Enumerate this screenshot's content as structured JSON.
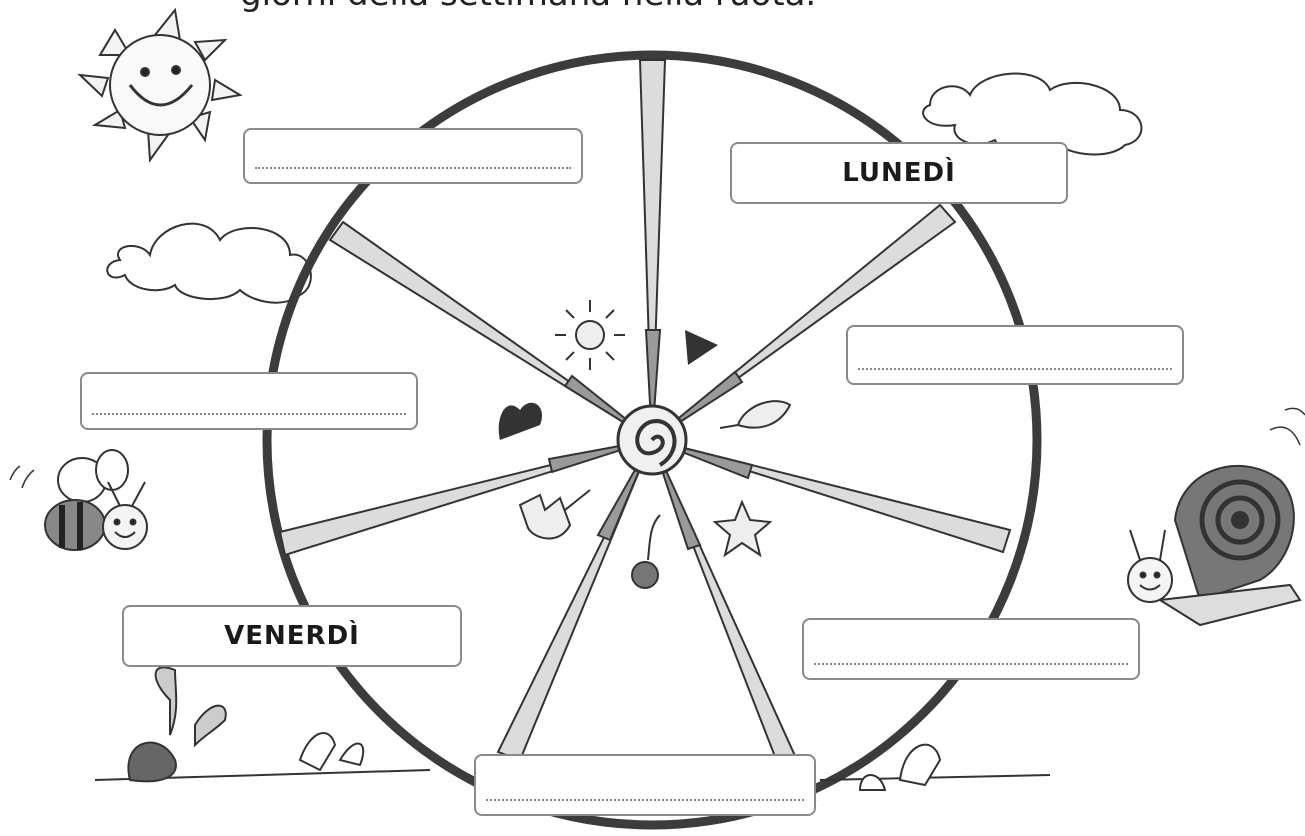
{
  "instruction": "giorni della settimana nella ruota.",
  "labels": {
    "top_left": "",
    "top_right": "LUNEDÌ",
    "middle_left": "",
    "middle_right": "",
    "bottom_left": "VENERDÌ",
    "bottom_right": "",
    "bottom_center": ""
  },
  "colors": {
    "rim": "#3c3c3c",
    "spoke": "#dcdcdc",
    "spoke_dark": "#9a9a9a",
    "outline": "#333333"
  }
}
